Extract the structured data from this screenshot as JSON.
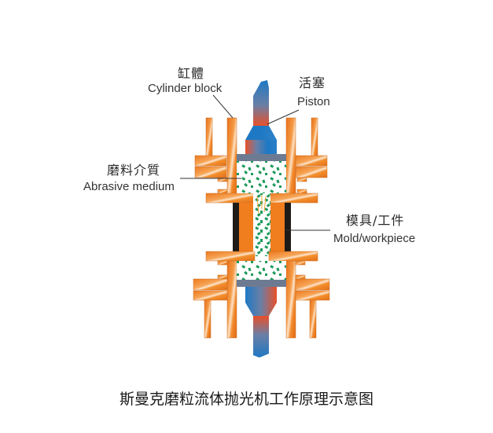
{
  "labels": {
    "cylinder": {
      "zh": "缸體",
      "en": "Cylinder block"
    },
    "piston": {
      "zh": "活塞",
      "en": "Piston"
    },
    "abrasive": {
      "zh": "磨料介質",
      "en": "Abrasive medium"
    },
    "mold": {
      "zh": "模具/工件",
      "en": "Mold/workpiece"
    }
  },
  "caption": "斯曼克磨粒流体抛光机工作原理示意图",
  "colors": {
    "orange": "#f07d1e",
    "orange_light": "#fcd3a8",
    "piston_blue": "#1f78c4",
    "piston_red": "#e8502a",
    "plate_gray": "#6d7b92",
    "abrasive_green": "#1d9a5a",
    "mold_black": "#1e1a17",
    "leader_line": "#333333"
  }
}
